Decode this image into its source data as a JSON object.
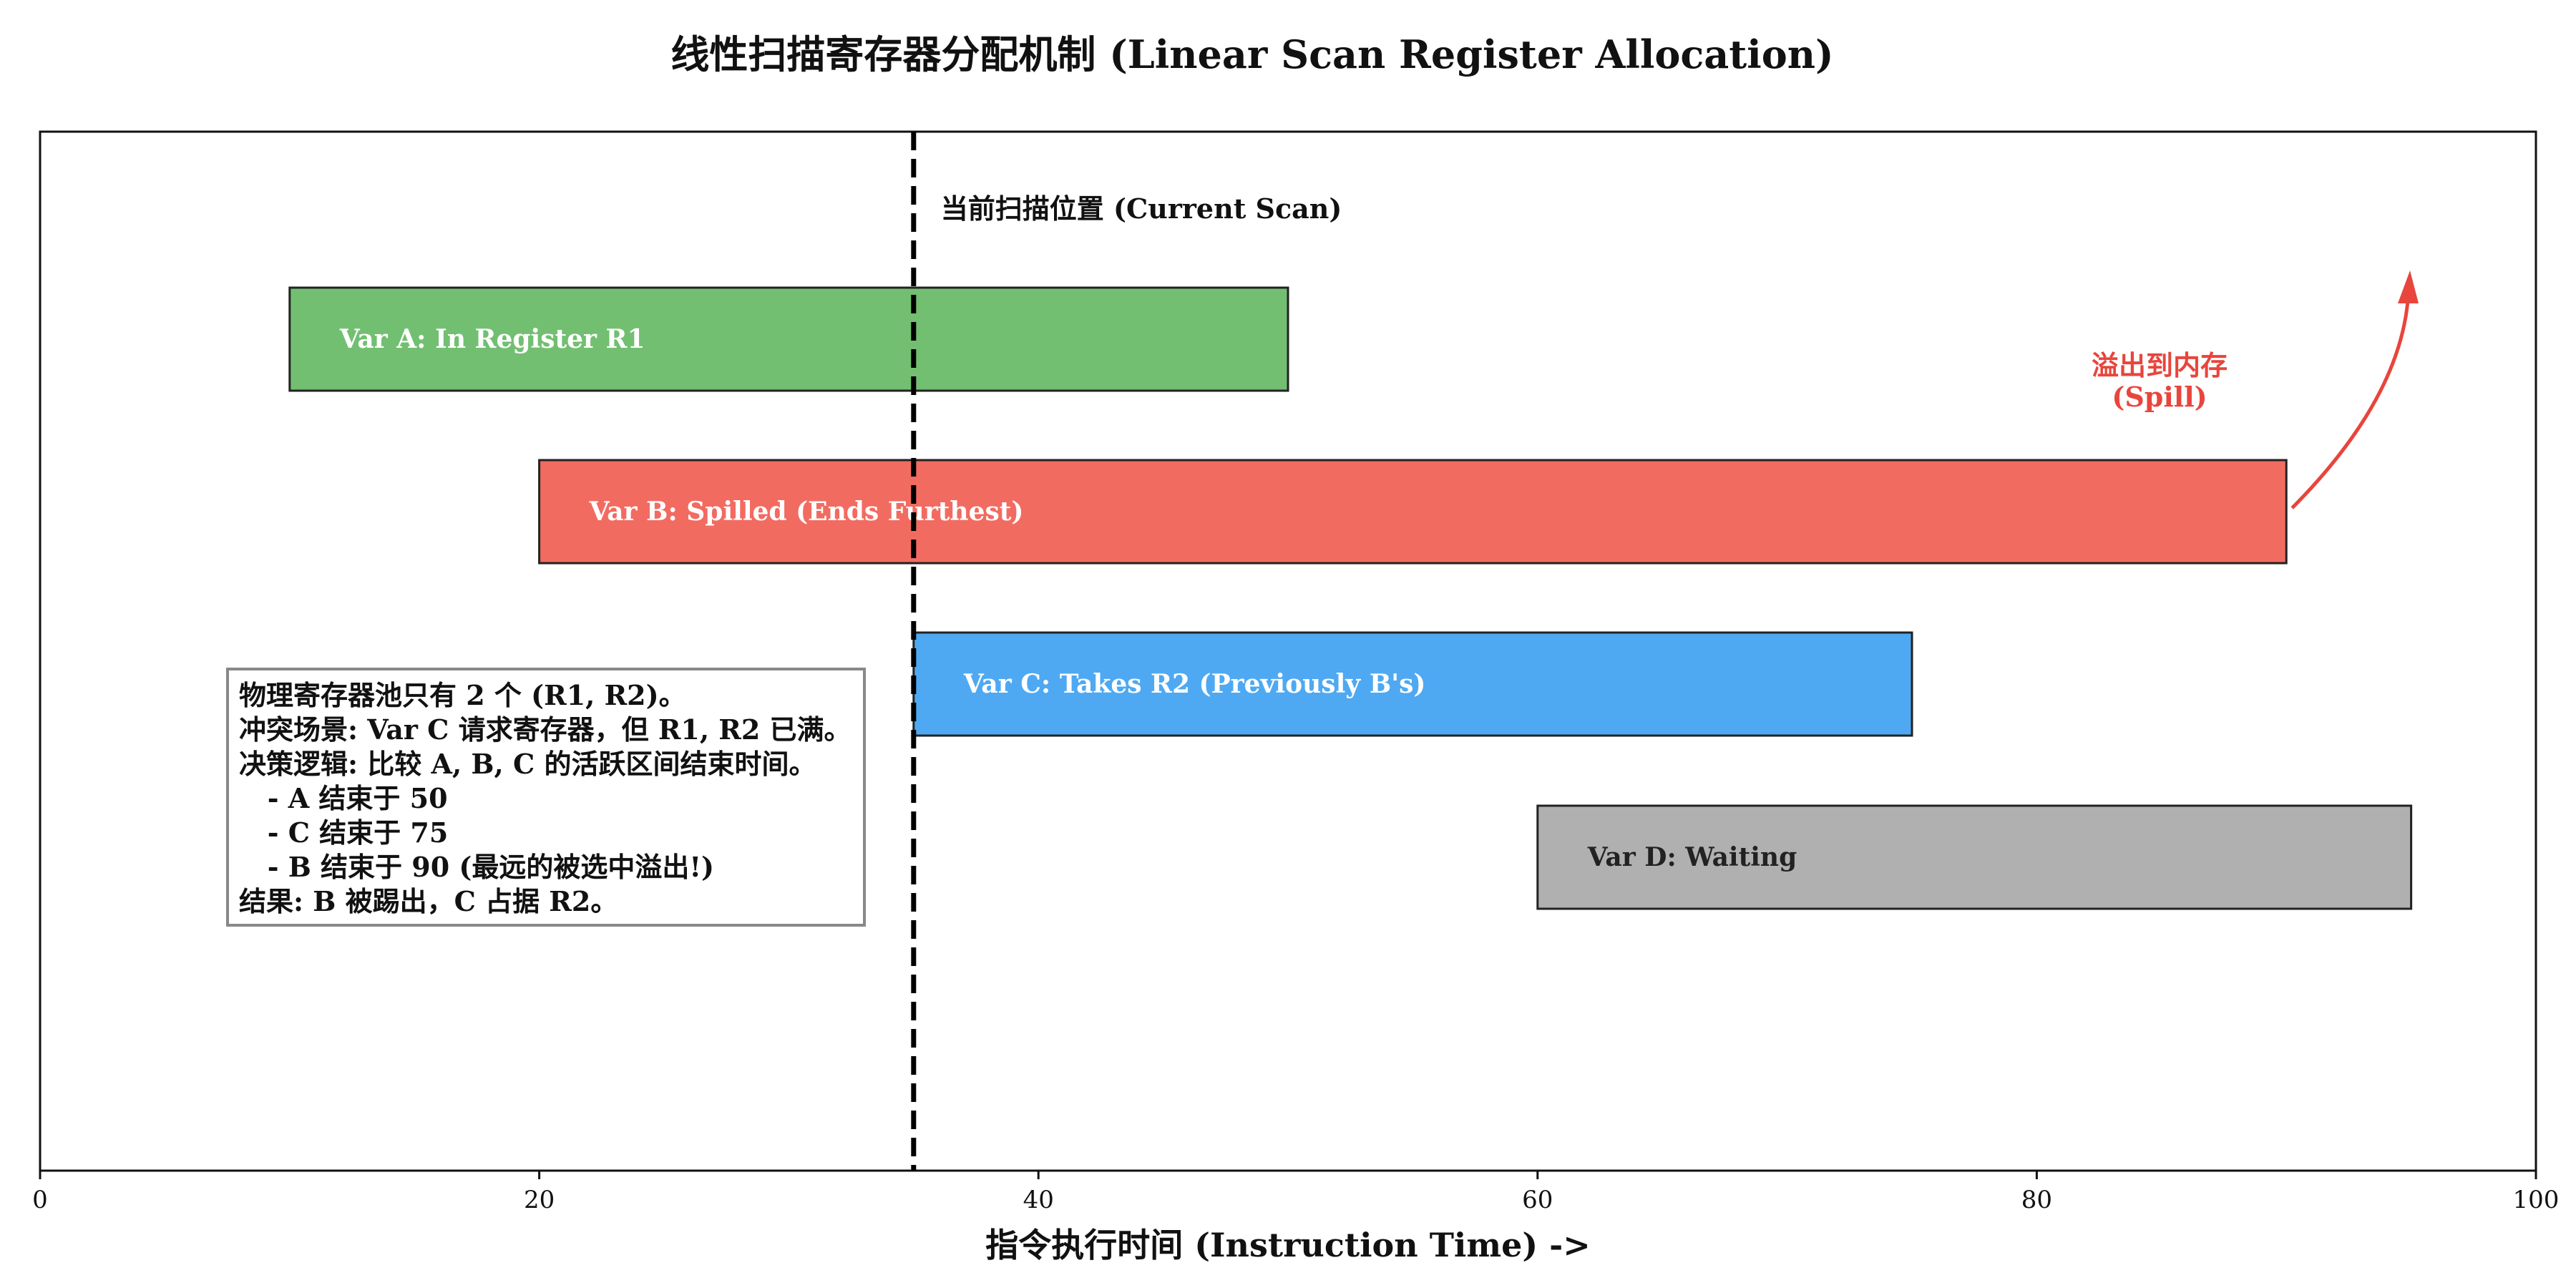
{
  "chart_data": {
    "type": "bar",
    "orientation": "horizontal",
    "title": "线性扫描寄存器分配机制 (Linear Scan Register Allocation)",
    "xlabel": "指令执行时间 (Instruction Time) ->",
    "xlim": [
      0,
      100
    ],
    "xticks": [
      0,
      20,
      40,
      60,
      80,
      100
    ],
    "grid": false,
    "intervals": [
      {
        "label": "Var A: In Register R1",
        "start": 10,
        "end": 50,
        "color": "#72bf72",
        "text_color": "#ffffff"
      },
      {
        "label": "Var B: Spilled (Ends Furthest)",
        "start": 20,
        "end": 90,
        "color": "#f26b61",
        "text_color": "#ffffff"
      },
      {
        "label": "Var C: Takes R2 (Previously B's)",
        "start": 35,
        "end": 75,
        "color": "#4ea9f2",
        "text_color": "#ffffff"
      },
      {
        "label": "Var D: Waiting",
        "start": 60,
        "end": 95,
        "color": "#b0b0b0",
        "text_color": "#222222"
      }
    ],
    "current_scan": {
      "x": 35,
      "label": "当前扫描位置 (Current Scan)"
    },
    "spill_annotation": {
      "label_line1": "溢出到内存",
      "label_line2": "(Spill)",
      "color": "#e8453c"
    },
    "note_lines": [
      "物理寄存器池只有 2 个 (R1, R2)。",
      "冲突场景: Var C 请求寄存器，但 R1, R2 已满。",
      "决策逻辑: 比较 A, B, C 的活跃区间结束时间。",
      "   - A 结束于 50",
      "   - C 结束于 75",
      "   - B 结束于 90 (最远的被选中溢出!)",
      "结果: B 被踢出，C 占据 R2。"
    ]
  }
}
